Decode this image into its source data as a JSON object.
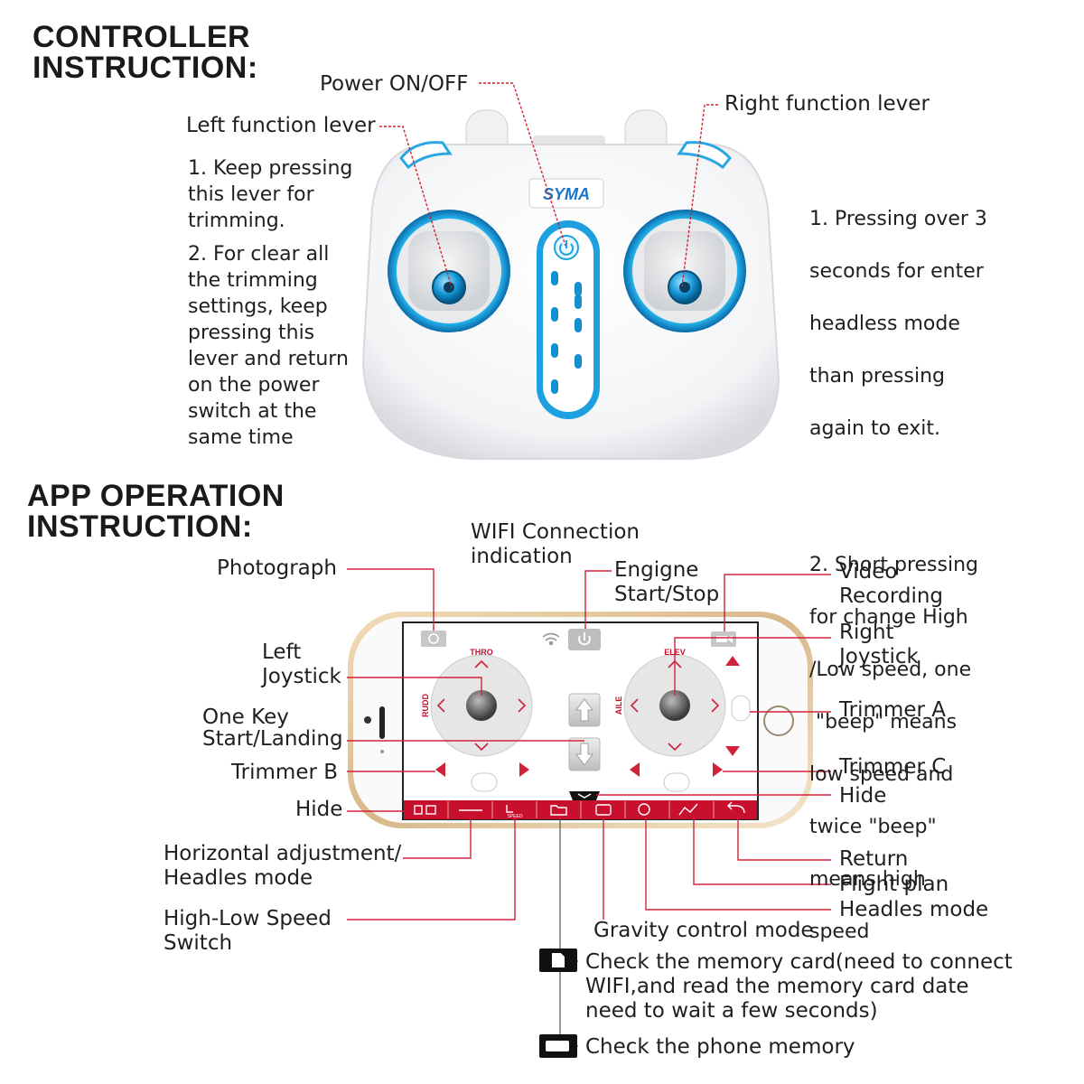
{
  "controller": {
    "title": [
      "CONTROLLER",
      "INSTRUCTION:"
    ],
    "brand": "SYMA",
    "power_label": "Power ON/OFF",
    "left_lever": {
      "label": "Left function lever",
      "notes": [
        [
          "1. Keep pressing",
          "this lever for",
          "trimming."
        ],
        [
          "2. For clear all",
          "the trimming",
          "settings, keep",
          "pressing this",
          "lever and return",
          "on the power",
          "switch at the",
          "same time"
        ]
      ]
    },
    "right_lever": {
      "label": "Right function lever",
      "notes": [
        [
          "1. Pressing over 3",
          "seconds for enter",
          "headless mode",
          "than pressing",
          "again to exit."
        ],
        [
          "2. Short pressing",
          "for change High",
          "/Low speed, one",
          " \"beep\" means",
          "low speed and",
          "twice \"beep\"",
          "means high",
          "speed"
        ]
      ]
    }
  },
  "app": {
    "title": [
      "APP OPERATION",
      "INSTRUCTION:"
    ],
    "screen_text": {
      "thro": "THRO",
      "rudd": "RUDD",
      "elev": "ELEV",
      "aile": "AILE",
      "speed": "SPEED"
    },
    "labels": {
      "wifi": [
        "WIFI Connection",
        "indication"
      ],
      "photograph": "Photograph",
      "engine": [
        "Engigne",
        "Start/Stop"
      ],
      "video": [
        "Video",
        "Recording"
      ],
      "left_joystick": [
        "Left",
        "Joystick"
      ],
      "right_joystick": [
        "Right",
        "Joystick"
      ],
      "one_key": [
        "One Key",
        "Start/Landing"
      ],
      "trimmer_a": "Trimmer A",
      "trimmer_b": "Trimmer B",
      "trimmer_c": "Trimmer C",
      "hide_left": "Hide",
      "hide_right": "Hide",
      "horizontal": [
        "Horizontal adjustment/",
        "Headles mode"
      ],
      "return": "Return",
      "flight_plan": "Flight plan",
      "headles_mode": "Headles mode",
      "high_low": [
        "High-Low Speed",
        "Switch"
      ],
      "gravity": "Gravity control mode",
      "memory_card": [
        "Check the memory card(need to connect",
        "WIFI,and read the memory card date",
        "need to wait a few seconds)"
      ],
      "phone_memory": "Check the phone memory"
    }
  }
}
